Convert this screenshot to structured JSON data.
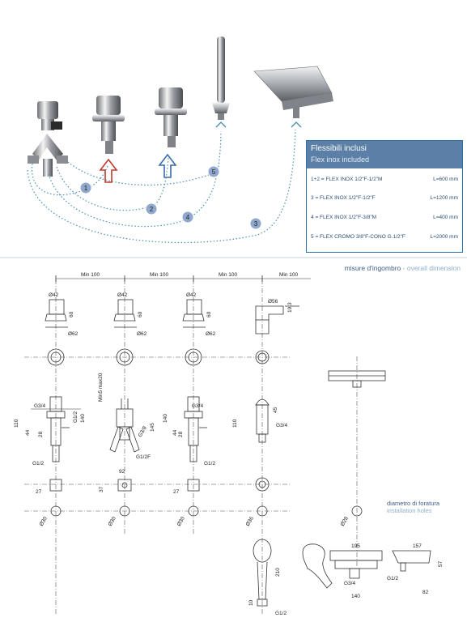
{
  "legend": {
    "title_it": "Flessibili inclusi",
    "title_en": "Flex inox included",
    "rows": [
      {
        "code": "1+2",
        "desc": "= FLEX INOX 1/2\"F-1/2\"M",
        "length": "L=600 mm"
      },
      {
        "code": "3",
        "desc": "= FLEX INOX 1/2\"F-1/2\"F",
        "length": "L=1200 mm"
      },
      {
        "code": "4",
        "desc": "= FLEX INOX 1/2\"F-3/8\"M",
        "length": "L=400 mm"
      },
      {
        "code": "5",
        "desc": "= FLEX CROMO 3/8\"F-CONO G.1/2\"F",
        "length": "L=2000 mm"
      }
    ]
  },
  "hose_markers": [
    "1",
    "2",
    "3",
    "4",
    "5"
  ],
  "dimension_title": {
    "it": "misure d'ingombro",
    "sep": " - ",
    "en": "overall dimension"
  },
  "installation_holes": {
    "it": "diametro di foratura",
    "en": "installation holes"
  },
  "spacing_labels": [
    "Min 100",
    "Min 100",
    "Min 100",
    "Min 100"
  ],
  "dims": {
    "d42": "Ø42",
    "d62": "Ø62",
    "d56": "Ø56",
    "h60": "60",
    "h19_3": "19,3",
    "min_max": "Min5 max20",
    "g34": "G3/4",
    "g12": "G1/2",
    "g12f": "G1/2F",
    "g38": "G3/8",
    "h110": "110",
    "h140": "140",
    "h145": "145",
    "h44": "44",
    "h28": "28",
    "h45": "45",
    "w92": "92",
    "w27": "27",
    "w37": "37",
    "d30": "Ø30",
    "d36": "Ø36",
    "d28": "Ø28",
    "w195": "195",
    "w157": "157",
    "h57": "57",
    "w82": "82",
    "w140": "140",
    "h210": "210",
    "h10": "10"
  },
  "colors": {
    "accent_blue": "#5b7fa6",
    "border_blue": "#2b6fa3",
    "dotted_hose": "#4a8fb0",
    "red_arrow": "#c0392b",
    "blue_arrow": "#3a6aa8",
    "marker_fill": "#8fa8cc"
  }
}
